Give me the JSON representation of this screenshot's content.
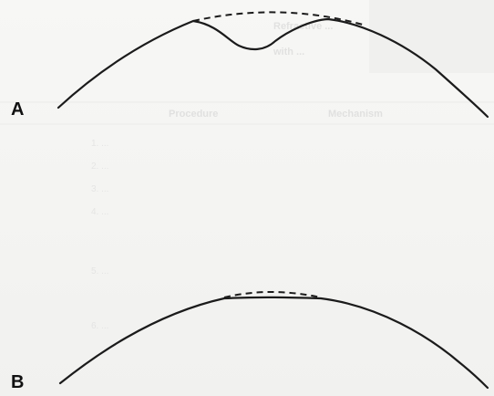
{
  "panels": {
    "a": {
      "label": "A"
    },
    "b": {
      "label": "B"
    }
  },
  "bleed_through": {
    "header_line_1": "Refractive ... ",
    "header_line_2": "with ... ",
    "column_1": "Procedure",
    "column_2": "Mechanism",
    "rows": [
      "1. ...",
      "2. ...",
      "3. ...",
      "4. ...",
      "5. ...",
      "6. ..."
    ]
  },
  "colors": {
    "ink": "#1b1b1b",
    "paper": "#f4f4f2",
    "bleed": "#d8d8d8"
  }
}
